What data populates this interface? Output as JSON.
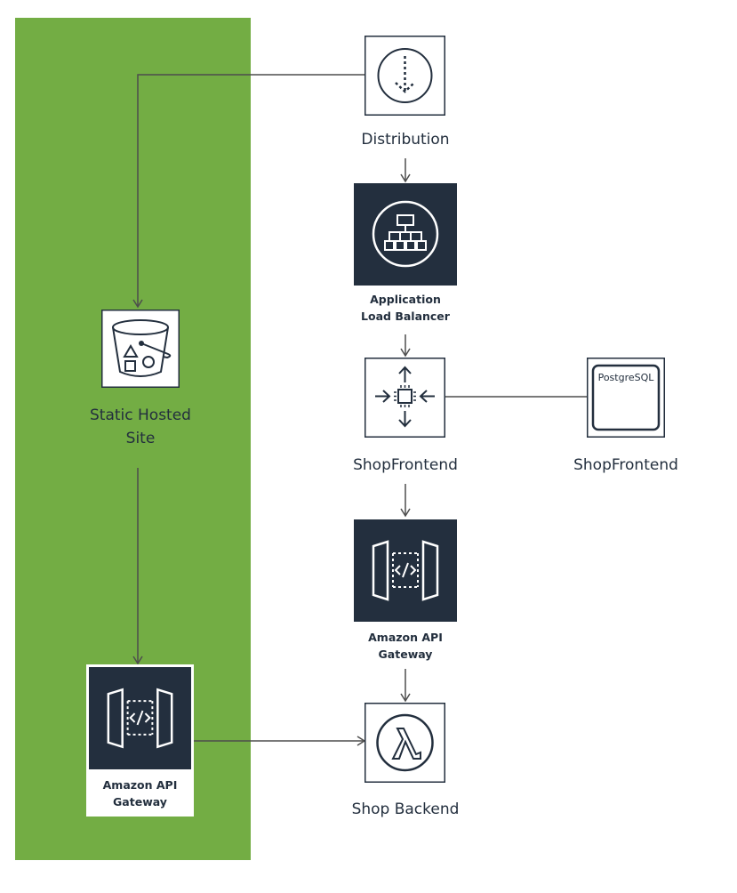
{
  "group": {
    "color": "#73ad44"
  },
  "colors": {
    "dark": "#232f3e",
    "line": "#4d4d4d",
    "white": "#ffffff"
  },
  "nodes": {
    "distribution": {
      "label": "Distribution",
      "icon": "cloudfront-distribution-icon"
    },
    "alb": {
      "label_line1": "Application",
      "label_line2": "Load Balancer",
      "icon": "load-balancer-icon"
    },
    "frontend": {
      "label": "ShopFrontend",
      "icon": "processor-icon"
    },
    "postgres": {
      "label": "ShopFrontend",
      "icon_text": "PostgreSQL"
    },
    "api_gateway_right": {
      "label_line1": "Amazon API",
      "label_line2": "Gateway",
      "icon": "api-gateway-icon"
    },
    "backend": {
      "label": "Shop Backend",
      "icon": "lambda-icon"
    },
    "static_site": {
      "label_line1": "Static Hosted",
      "label_line2": "Site",
      "icon": "s3-bucket-icon"
    },
    "api_gateway_left": {
      "label_line1": "Amazon API",
      "label_line2": "Gateway",
      "icon": "api-gateway-icon"
    }
  }
}
